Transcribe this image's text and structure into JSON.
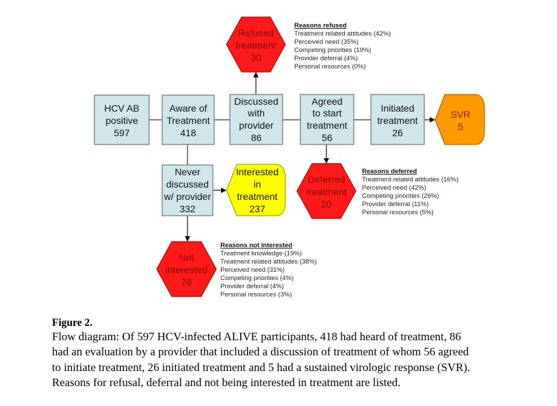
{
  "colors": {
    "process_box_fill": "#cfe6ea",
    "process_box_stroke": "#6d7f82",
    "terminal_red": "#ff1a1a",
    "terminal_red_stroke": "#b30000",
    "svr_orange": "#ff9900",
    "svr_stroke": "#b36b00",
    "interested_yellow": "#ffff00",
    "interested_stroke": "#a8a800",
    "connector": "#333333"
  },
  "nodes": {
    "hcv_ab_positive": {
      "lines": [
        "HCV AB",
        "positive",
        "597"
      ]
    },
    "aware_of_treatment": {
      "lines": [
        "Aware of",
        "Treatment",
        "418"
      ]
    },
    "discussed_with_provider": {
      "lines": [
        "Discussed",
        "with",
        "provider",
        "86"
      ]
    },
    "agreed_to_start": {
      "lines": [
        "Agreed",
        "to start",
        "treatment",
        "56"
      ]
    },
    "initiated_treatment": {
      "lines": [
        "Initiated",
        "treatment",
        "26"
      ]
    },
    "svr": {
      "lines": [
        "SVR",
        "5"
      ]
    },
    "refused_treatment": {
      "lines": [
        "Refused",
        "treatment",
        "30"
      ]
    },
    "deferred_treatment": {
      "lines": [
        "Deferred",
        "treatment",
        "20"
      ]
    },
    "never_discussed": {
      "lines": [
        "Never",
        "discussed",
        "w/ provider",
        "332"
      ]
    },
    "interested_in_treatment": {
      "lines": [
        "Interested",
        "in",
        "treatment",
        "237"
      ]
    },
    "not_interested": {
      "lines": [
        "Not",
        "interested",
        "76"
      ]
    }
  },
  "reasons": {
    "refused": {
      "title": "Reasons refused",
      "items": [
        "Treatment related attitudes (42%)",
        "Perceived need (35%)",
        "Competing priorities (19%)",
        "Provider deferral (4%)",
        "Personal resources (0%)"
      ]
    },
    "deferred": {
      "title": "Reasons deferred",
      "items": [
        "Treatment related attitudes (16%)",
        "Perceived need (42%)",
        "Competing priorities (26%)",
        "Provider deferral (11%)",
        "Personal resources (5%)"
      ]
    },
    "not_interested": {
      "title": "Reasons not interested",
      "items": [
        "Treatment knowledge (19%)",
        "Treatment related attitudes (38%)",
        "Perceived need (31%)",
        "Competing priorities (4%)",
        "Provider deferral (4%)",
        "Personal resources (3%)"
      ]
    }
  },
  "caption": {
    "title": "Figure 2.",
    "lines": [
      "Flow diagram: Of 597 HCV-infected ALIVE participants, 418 had heard of treatment, 86",
      "had an evaluation by a provider that included a discussion of treatment of whom 56 agreed",
      "to initiate treatment, 26 initiated treatment and 5 had a sustained virologic response (SVR).",
      "Reasons for refusal, deferral and not being interested in treatment are listed."
    ]
  }
}
